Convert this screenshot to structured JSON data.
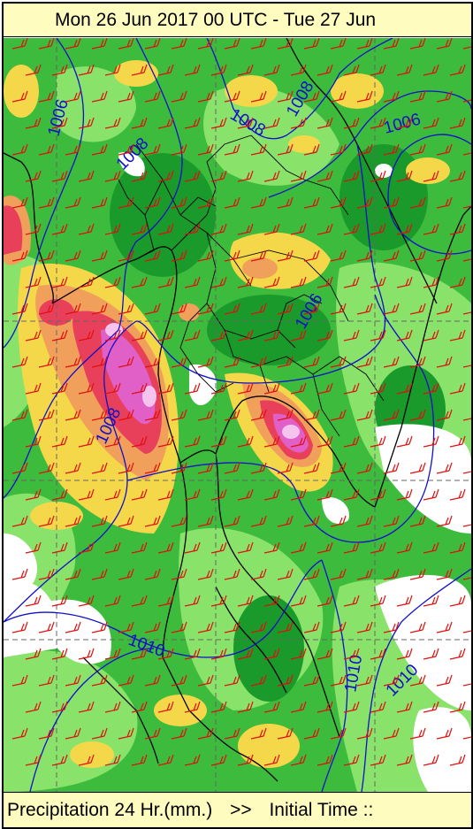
{
  "header": {
    "title": "Mon 26 Jun 2017 00 UTC - Tue 27 Jun"
  },
  "footer": {
    "variable": "Precipitation 24 Hr.(mm.)",
    "separator": ">>",
    "initial_time": "Initial Time ::"
  },
  "isobars": [
    "1006",
    "1008",
    "1008",
    "1008",
    "1006",
    "1006",
    "1008",
    "1010",
    "1010",
    "1010"
  ],
  "colors": {
    "light_green": "#89e26a",
    "green": "#3cbb3c",
    "dark_green": "#1a9a2a",
    "yellow": "#f5d84a",
    "orange": "#f0a05a",
    "red": "#e8405a",
    "magenta": "#e060c8",
    "white": "#ffffff",
    "isobar": "#1010c8",
    "wind_barb": "#e01010",
    "coastline": "#000000"
  }
}
